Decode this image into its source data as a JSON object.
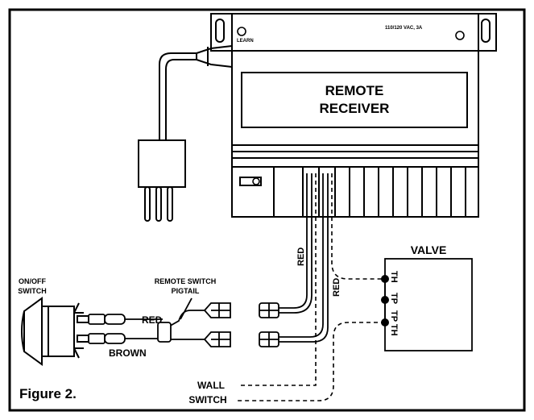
{
  "figure_label": "Figure 2.",
  "receiver": {
    "title_line1": "REMOTE",
    "title_line2": "RECEIVER",
    "rating": "110/120 VAC, 3A",
    "learn_label": "LEARN"
  },
  "valve": {
    "title": "VALVE",
    "terminal_th": "TH",
    "terminal_tp": "TP",
    "terminal_tpth": "TP TH"
  },
  "switch": {
    "label_line1": "ON/OFF",
    "label_line2": "SWITCH"
  },
  "pigtail": {
    "label_line1": "REMOTE SWITCH",
    "label_line2": "PIGTAIL"
  },
  "wires": {
    "red_1": "RED",
    "red_2": "RED",
    "red_pigtail": "RED",
    "brown": "BROWN"
  },
  "wall_switch": {
    "label_line1": "WALL",
    "label_line2": "SWITCH"
  }
}
